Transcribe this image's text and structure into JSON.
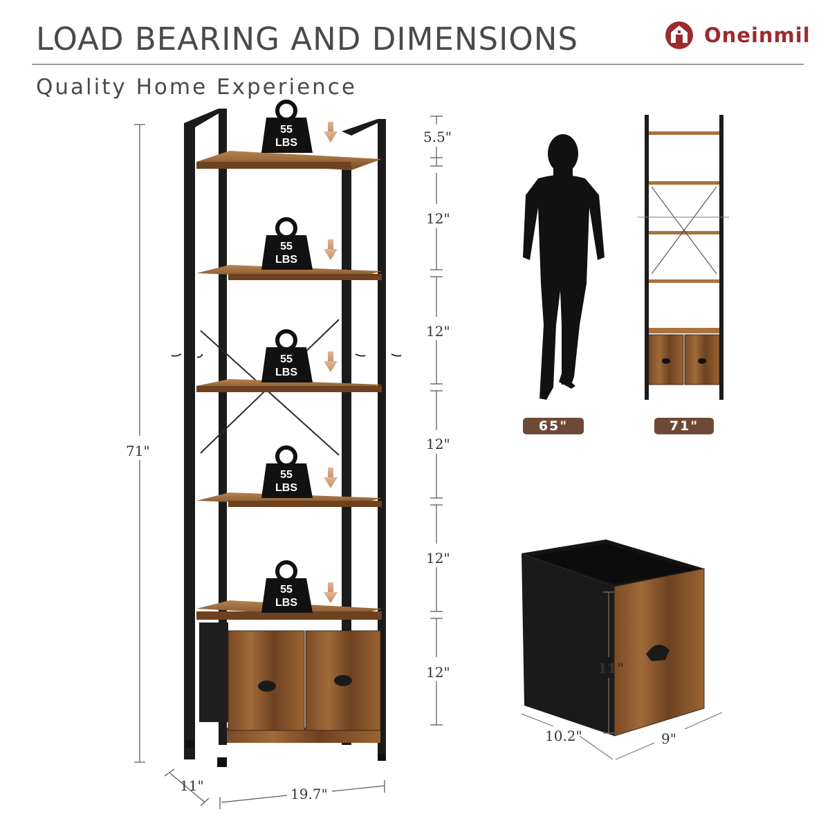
{
  "header": {
    "title": "LOAD BEARING AND DIMENSIONS",
    "subtitle": "Quality Home Experience",
    "brand": "Oneinmil"
  },
  "shelf": {
    "weight_value": "55",
    "weight_unit": "LBS",
    "total_height": "71\"",
    "depth": "11\"",
    "width": "19.7\"",
    "gaps": [
      "5.5\"",
      "12\"",
      "12\"",
      "12\"",
      "12\"",
      "12\""
    ]
  },
  "comparison": {
    "person_height": "65\"",
    "shelf_height": "71\""
  },
  "bin": {
    "height": "11\"",
    "depth": "10.2\"",
    "width": "9\""
  },
  "colors": {
    "frame": "#1b1b1b",
    "wood": "#8a5a32",
    "wood_light": "#a8733f",
    "pill": "#6e4a36",
    "brand": "#9c2b2e"
  }
}
